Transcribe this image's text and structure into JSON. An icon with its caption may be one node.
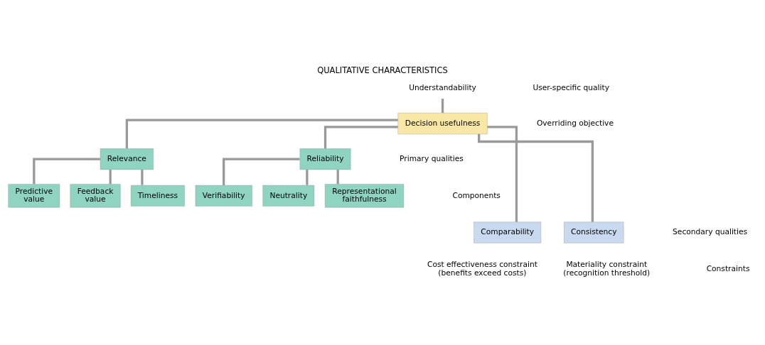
{
  "diagram": {
    "title": "QUALITATIVE CHARACTERISTICS",
    "nodes": [
      {
        "text": [
          "Understandability"
        ]
      },
      {
        "text": [
          "Decision usefulness"
        ]
      },
      {
        "text": [
          "Relevance"
        ]
      },
      {
        "text": [
          "Reliability"
        ]
      },
      {
        "text": [
          "Predictive value"
        ]
      },
      {
        "text": [
          "Feedback value"
        ]
      },
      {
        "text": [
          "Timeliness"
        ]
      },
      {
        "text": [
          "Verifiability"
        ]
      },
      {
        "text": [
          "Neutrality"
        ]
      },
      {
        "text": [
          "Representational faithfulness"
        ]
      },
      {
        "text": [
          "Comparability"
        ]
      },
      {
        "text": [
          "Consistency"
        ]
      }
    ],
    "edges": [
      {
        "from": 0,
        "to": 1,
        "arrow": "none"
      },
      {
        "from": 1,
        "to": 2,
        "arrow": "none"
      },
      {
        "from": 1,
        "to": 3,
        "arrow": "none"
      },
      {
        "from": 2,
        "to": 4,
        "arrow": "none"
      },
      {
        "from": 2,
        "to": 5,
        "arrow": "none"
      },
      {
        "from": 2,
        "to": 6,
        "arrow": "none"
      },
      {
        "from": 3,
        "to": 7,
        "arrow": "none"
      },
      {
        "from": 3,
        "to": 8,
        "arrow": "none"
      },
      {
        "from": 3,
        "to": 9,
        "arrow": "none"
      },
      {
        "from": 1,
        "to": 10,
        "arrow": "none"
      },
      {
        "from": 1,
        "to": 11,
        "arrow": "none"
      }
    ],
    "labels": [
      "User-specific quality",
      "Overriding objective",
      "Primary qualities",
      "Components",
      "Secondary qualities",
      "Cost effectiveness constraint (benefits exceed costs)",
      "Materiality constraint (recognition threshold)",
      "Constraints"
    ]
  }
}
